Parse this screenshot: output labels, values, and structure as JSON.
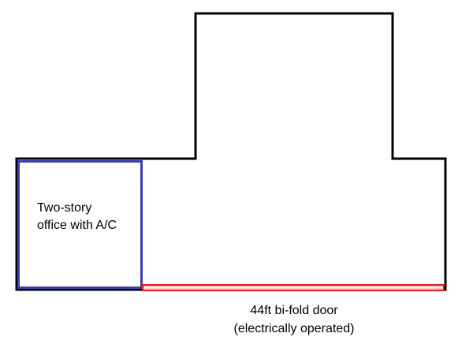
{
  "diagram": {
    "office_label": {
      "line1": "Two-story",
      "line2": "office with A/C"
    },
    "door_label": {
      "line1": "44ft bi-fold door",
      "line2": "(electrically operated)"
    },
    "colors": {
      "building_outline": "#000000",
      "office_outline": "#3a3fb0",
      "door_outer": "#e11b1b",
      "door_inner": "#f7c8c8",
      "background": "#ffffff",
      "text": "#000000"
    }
  }
}
